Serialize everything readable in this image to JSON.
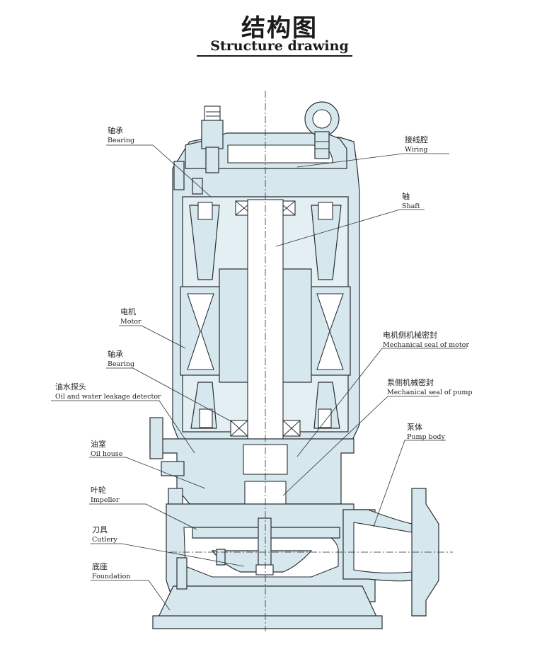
{
  "title": {
    "zh": "结构图",
    "en": "Structure drawing"
  },
  "labels": {
    "bearing_top": {
      "zh": "轴承",
      "en": "Bearing"
    },
    "wiring": {
      "zh": "接线腔",
      "en": "Wiring"
    },
    "shaft": {
      "zh": "轴",
      "en": "Shaft"
    },
    "motor": {
      "zh": "电机",
      "en": "Motor"
    },
    "seal_motor": {
      "zh": "电机侧机械密封",
      "en": "Mechanical seal of motor"
    },
    "bearing_lower": {
      "zh": "轴承",
      "en": "Bearing"
    },
    "seal_pump": {
      "zh": "泵侧机械密封",
      "en": "Mechanical seal of pump"
    },
    "leak_detector": {
      "zh": "油水探头",
      "en": "Oil and water leakage detector"
    },
    "pump_body": {
      "zh": "泵体",
      "en": "Pump body"
    },
    "oil_house": {
      "zh": "油室",
      "en": "Oil house"
    },
    "impeller": {
      "zh": "叶轮",
      "en": "Impeller"
    },
    "cutlery": {
      "zh": "刀具",
      "en": "Cutlery"
    },
    "foundation": {
      "zh": "底座",
      "en": "Foundation"
    }
  },
  "colors": {
    "fill": "#d6e8ee",
    "stroke": "#2b2f33"
  }
}
